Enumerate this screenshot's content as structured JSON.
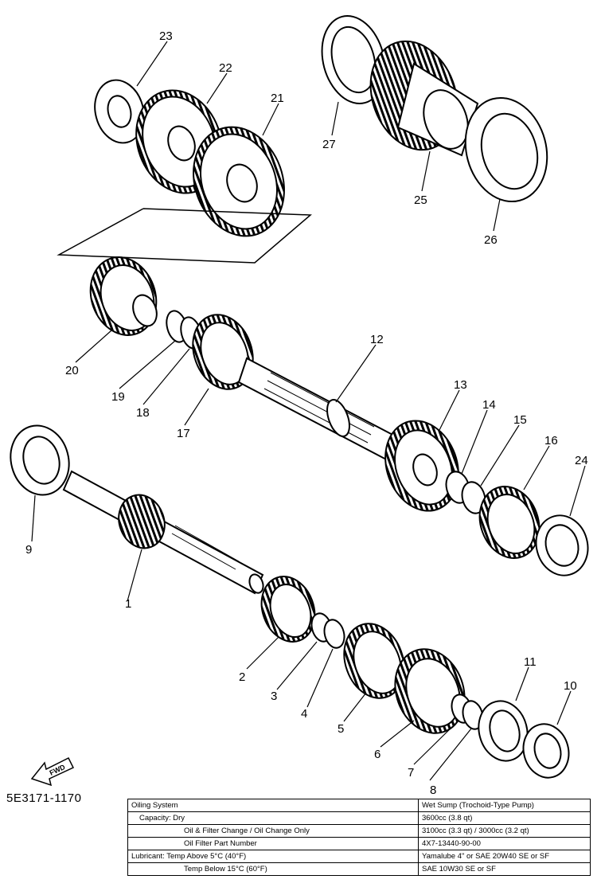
{
  "callouts": [
    {
      "n": "1"
    },
    {
      "n": "2"
    },
    {
      "n": "3"
    },
    {
      "n": "4"
    },
    {
      "n": "5"
    },
    {
      "n": "6"
    },
    {
      "n": "7"
    },
    {
      "n": "8"
    },
    {
      "n": "9"
    },
    {
      "n": "10"
    },
    {
      "n": "11"
    },
    {
      "n": "12"
    },
    {
      "n": "13"
    },
    {
      "n": "14"
    },
    {
      "n": "15"
    },
    {
      "n": "16"
    },
    {
      "n": "17"
    },
    {
      "n": "18"
    },
    {
      "n": "19"
    },
    {
      "n": "20"
    },
    {
      "n": "21"
    },
    {
      "n": "22"
    },
    {
      "n": "23"
    },
    {
      "n": "24"
    },
    {
      "n": "25"
    },
    {
      "n": "26"
    },
    {
      "n": "27"
    }
  ],
  "fwd_label": "FWD",
  "diagram_code": "5E3171-1170",
  "spec_table": [
    {
      "label": "Oiling System",
      "value": "Wet Sump (Trochoid-Type Pump)"
    },
    {
      "label": "Capacity: Dry",
      "value": "3600cc (3.8 qt)"
    },
    {
      "label": "Oil & Filter Change / Oil Change Only",
      "value": "3100cc (3.3 qt) / 3000cc (3.2 qt)"
    },
    {
      "label": "Oil Filter Part Number",
      "value": "4X7-13440-90-00"
    },
    {
      "label": "Lubricant: Temp Above 5°C (40°F)",
      "value": "Yamalube 4\" or SAE 20W40 SE or SF"
    },
    {
      "label": "Temp Below 15°C (60°F)",
      "value": "SAE 10W30 SE or SF"
    }
  ]
}
